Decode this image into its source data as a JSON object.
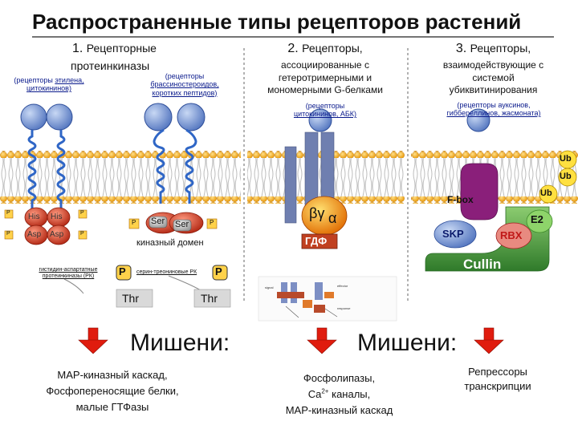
{
  "title": "Распространенные типы рецепторов растений",
  "col1": {
    "num": "1.",
    "title_l1": "Рецепторные",
    "title_l2": "протеинкиназы",
    "note_a_prefix": "(рецепторы ",
    "note_a_link": "этилена,",
    "note_a_l2": "цитокининов)",
    "note_b_l1": "(рецепторы",
    "note_b_l2": "брассиностероидов,",
    "note_b_l3": "коротких пептидов)",
    "his": "His",
    "asp": "Asp",
    "ser": "Ser",
    "p": "P",
    "thr": "Thr",
    "kinase_domain": "киназный домен",
    "hk_l1": "гистидин-аспартатные",
    "hk_l2": "протеинкиназы (РК)",
    "serthr": "серин-треониновые РК"
  },
  "col2": {
    "num": "2.",
    "title_l1": "Рецепторы,",
    "title_l2": "ассоциированные с",
    "title_l3": "гетеротримерными и",
    "title_l4": "мономерными G-белками",
    "note_l1": "(рецепторы",
    "note_l2": "цитокининов, АБК)",
    "bg": "βγ",
    "alpha": "α",
    "gdp": "ГДФ"
  },
  "col3": {
    "num": "3.",
    "title_l1": "Рецепторы,",
    "title_l2": "взаимодействующие с",
    "title_l3": "системой",
    "title_l4": "убиквитинирования",
    "note_l1": "(рецепторы ауксинов,",
    "note_l2": "гиббереллинов, жасмоната)",
    "ub": "Ub",
    "fbox": "F-box",
    "skp": "SKP",
    "rbx": "RBX",
    "e2": "E2",
    "cullin": "Cullin"
  },
  "targets": {
    "label": "Мишени:",
    "left_l1": "МАР-киназный каскад,",
    "left_l2": "Фосфопереносящие белки,",
    "left_l3": "малые ГТФазы",
    "mid_l1": "Фосфолипазы,",
    "mid_l2a": "Ca",
    "mid_l2sup": "2+",
    "mid_l2b": " каналы,",
    "mid_l3": "МАР-киназный каскад",
    "right_l1": "Репрессоры",
    "right_l2": "транскрипции"
  },
  "colors": {
    "membrane_head": "#f2a000",
    "membrane_tail": "#c8c8c8",
    "receptor_blue": "#2f66c6",
    "blue_ball": "#7e9fd6",
    "kinase_red": "#c7341e",
    "fbox_purple": "#8a1f7a",
    "arrow_red": "#e01c0e",
    "cullin_green": "#3d8c3a",
    "rbx_red": "#d02020",
    "e2_green": "#4ea83a",
    "text_blue": "#0a1a8c"
  }
}
